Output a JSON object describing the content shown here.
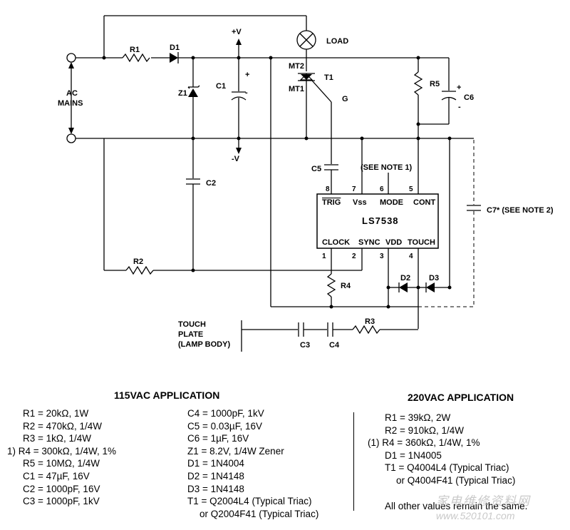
{
  "schematic": {
    "labels": {
      "r1": "R1",
      "d1": "D1",
      "z1": "Z1",
      "c1": "C1",
      "plus_v": "+V",
      "minus_v": "-V",
      "plus_sign": "+",
      "minus_sign": "-",
      "load": "LOAD",
      "mt2": "MT2",
      "mt1": "MT1",
      "t1": "T1",
      "g": "G",
      "r5": "R5",
      "c6": "C6",
      "c6_plus": "+",
      "c6_minus": "-",
      "ac_line1": "AC",
      "ac_line2": "MAINS",
      "c2": "C2",
      "c5": "C5",
      "see_note_1": "(SEE NOTE 1)",
      "c7": "C7*  (SEE NOTE 2)",
      "r2": "R2",
      "r4": "R4",
      "d2": "D2",
      "d3": "D3",
      "r3": "R3",
      "c3": "C3",
      "c4": "C4",
      "touch_line1": "TOUCH",
      "touch_line2": "PLATE",
      "touch_line3": "(LAMP BODY)"
    },
    "chip": {
      "name": "LS7538",
      "top_pins": [
        "8",
        "7",
        "6",
        "5"
      ],
      "top_labels": [
        "TRIG",
        "Vss",
        "MODE",
        "CONT"
      ],
      "bottom_pins": [
        "1",
        "2",
        "3",
        "4"
      ],
      "bottom_labels": [
        "CLOCK",
        "SYNC",
        "VDD",
        "TOUCH"
      ]
    }
  },
  "app115": {
    "title": "115VAC APPLICATION",
    "col1": [
      "R1 = 20kΩ, 1W",
      "R2 = 470kΩ, 1/4W",
      "R3 = 1kΩ, 1/4W",
      "1) R4 = 300kΩ, 1/4W, 1%",
      "R5 = 10MΩ, 1/4W",
      "C1 = 47µF, 16V",
      "C2 = 1000pF, 16V",
      "C3 = 1000pF, 1kV"
    ],
    "col2": [
      "C4 = 1000pF, 1kV",
      "C5 = 0.03µF, 16V",
      "C6 = 1µF, 16V",
      "Z1 = 8.2V, 1/4W Zener",
      "D1 = 1N4004",
      "D2 = 1N4148",
      "D3 = 1N4148",
      "T1 = Q2004L4 (Typical Triac)",
      "or Q2004F41 (Typical Triac)"
    ]
  },
  "app220": {
    "title": "220VAC APPLICATION",
    "items": [
      "R1 = 39kΩ, 2W",
      "R2 = 910kΩ, 1/4W",
      "(1) R4 = 360kΩ, 1/4W, 1%",
      "D1 = 1N4005",
      "T1 = Q4004L4 (Typical Triac)",
      "or Q4004F41 (Typical Triac)"
    ],
    "note": "All other values remain the same."
  },
  "watermark": {
    "text": "家电维修资料网",
    "url": "www.520101.com"
  }
}
